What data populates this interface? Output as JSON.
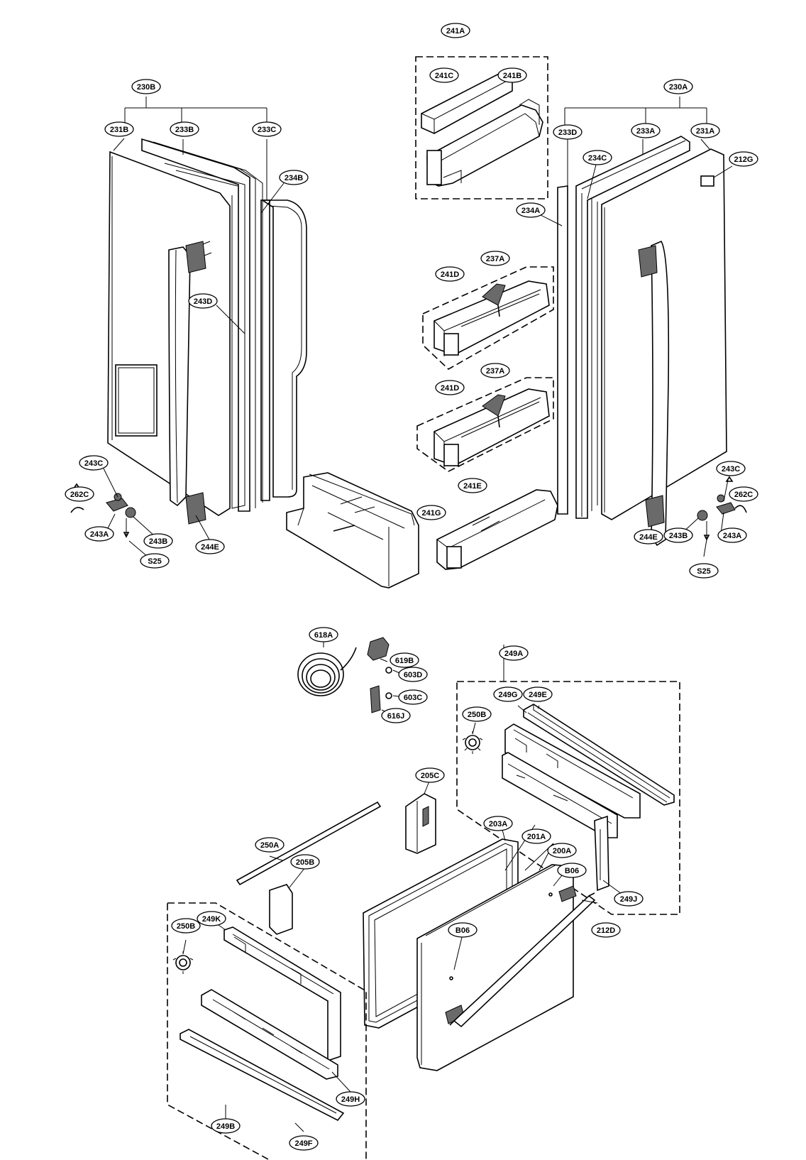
{
  "labels": {
    "l_241A": "241A",
    "l_241C": "241C",
    "l_241B": "241B",
    "l_230B": "230B",
    "l_231B": "231B",
    "l_233B": "233B",
    "l_233C": "233C",
    "l_234B": "234B",
    "l_243D": "243D",
    "l_243C_l": "243C",
    "l_262C_l": "262C",
    "l_243A_l": "243A",
    "l_243B_l": "243B",
    "l_244E_l": "244E",
    "l_S25_l": "S25",
    "l_230A": "230A",
    "l_233D": "233D",
    "l_233A": "233A",
    "l_231A": "231A",
    "l_234C": "234C",
    "l_212G": "212G",
    "l_234A": "234A",
    "l_241D_1": "241D",
    "l_237A_1": "237A",
    "l_241D_2": "241D",
    "l_237A_2": "237A",
    "l_241E": "241E",
    "l_241G": "241G",
    "l_243C_r": "243C",
    "l_262C_r": "262C",
    "l_243A_r": "243A",
    "l_243B_r": "243B",
    "l_244E_r": "244E",
    "l_S25_r": "S25",
    "l_618A": "618A",
    "l_619B": "619B",
    "l_603D": "603D",
    "l_603C": "603C",
    "l_616J": "616J",
    "l_249A": "249A",
    "l_249G": "249G",
    "l_249E": "249E",
    "l_250B_r": "250B",
    "l_205C": "205C",
    "l_203A": "203A",
    "l_201A": "201A",
    "l_200A": "200A",
    "l_B06_r": "B06",
    "l_249J": "249J",
    "l_212D": "212D",
    "l_250A": "250A",
    "l_205B": "205B",
    "l_250B_l": "250B",
    "l_249K": "249K",
    "l_B06_l": "B06",
    "l_249H": "249H",
    "l_249B": "249B",
    "l_249F": "249F"
  },
  "colors": {
    "line": "#000000",
    "background": "#ffffff"
  }
}
